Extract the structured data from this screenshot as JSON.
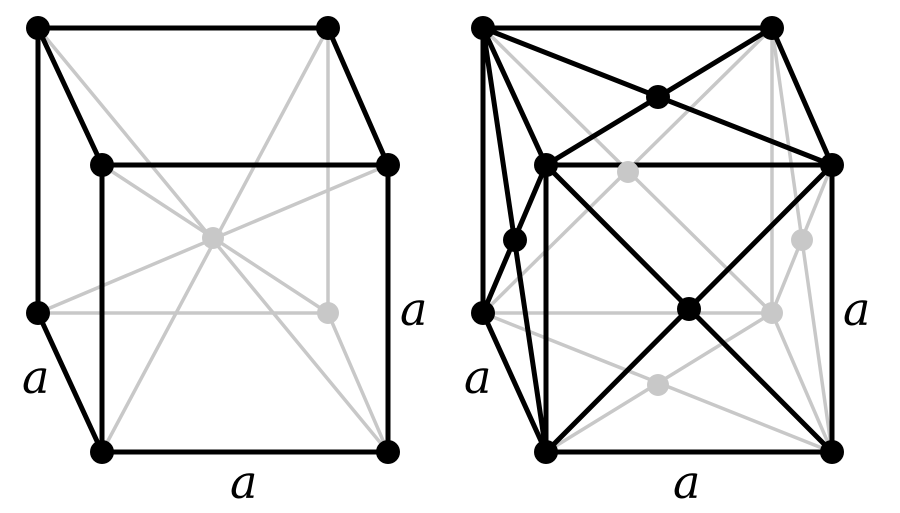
{
  "diagrams": [
    {
      "name": "body-centered-cubic",
      "labels": {
        "depth": "a",
        "width": "a",
        "height": "a"
      }
    },
    {
      "name": "face-centered-cubic",
      "labels": {
        "depth": "a",
        "width": "a",
        "height": "a"
      }
    }
  ],
  "colors": {
    "front": "#000000",
    "back": "#c8c8c8"
  }
}
